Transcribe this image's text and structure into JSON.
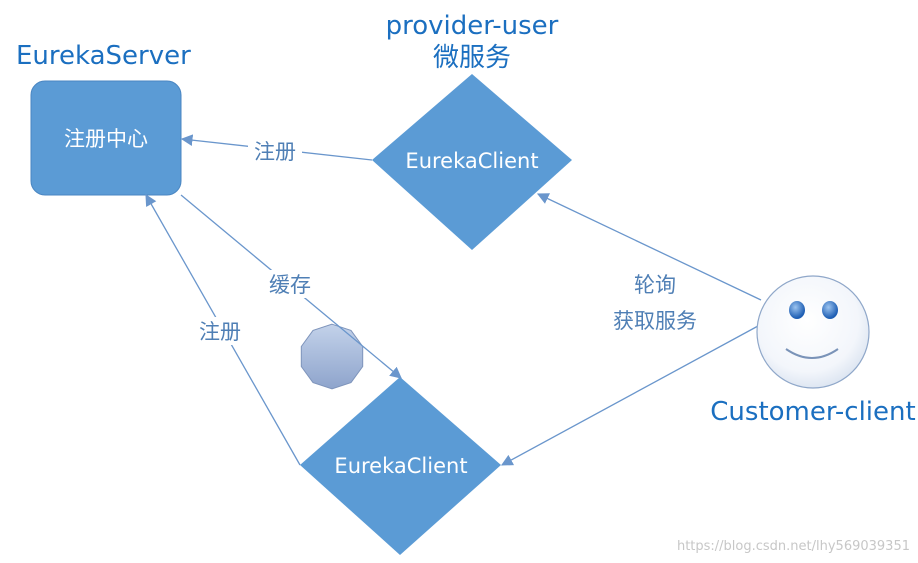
{
  "eureka_server": {
    "title": "EurekaServer",
    "box_label": "注册中心"
  },
  "provider": {
    "title_line1": "provider-user",
    "title_line2": "微服务",
    "node_label": "EurekaClient"
  },
  "consumer_node": {
    "node_label": "EurekaClient"
  },
  "customer": {
    "label": "Customer-client"
  },
  "edges": {
    "register_top": "注册",
    "cache": "缓存",
    "register_left": "注册",
    "poll_line1": "轮询",
    "poll_line2": "获取服务"
  },
  "watermark": "https://blog.csdn.net/lhy569039351",
  "colors": {
    "node_fill": "#5b9bd5",
    "title_text": "#1b6fc0",
    "edge": "#6a96cc",
    "edge_label": "#4f7fb5"
  }
}
